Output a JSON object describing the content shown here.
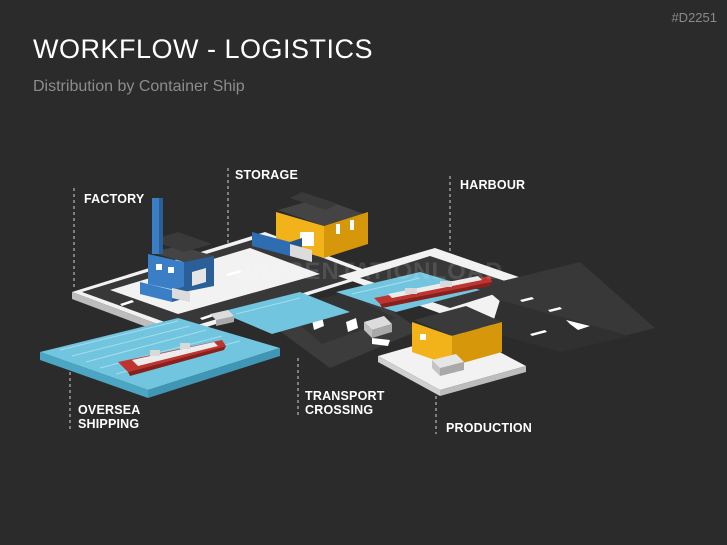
{
  "slide_id": "#D2251",
  "title": "WORKFLOW - LOGISTICS",
  "subtitle": "Distribution by Container Ship",
  "watermark": "PRESENTATIONLOAD",
  "labels": {
    "factory": "FACTORY",
    "storage": "STORAGE",
    "harbour": "HARBOUR",
    "oversea_shipping": "OVERSEA\nSHIPPING",
    "transport_crossing": "TRANSPORT\nCROSSING",
    "production": "PRODUCTION"
  },
  "colors": {
    "background": "#2b2b2b",
    "platform": "#f2f2f2",
    "road": "#3a3a3a",
    "water": "#6fc3dd",
    "factory_blue": "#3a7fc6",
    "storage_yellow": "#f2b21a",
    "ship_red": "#c0342f"
  }
}
